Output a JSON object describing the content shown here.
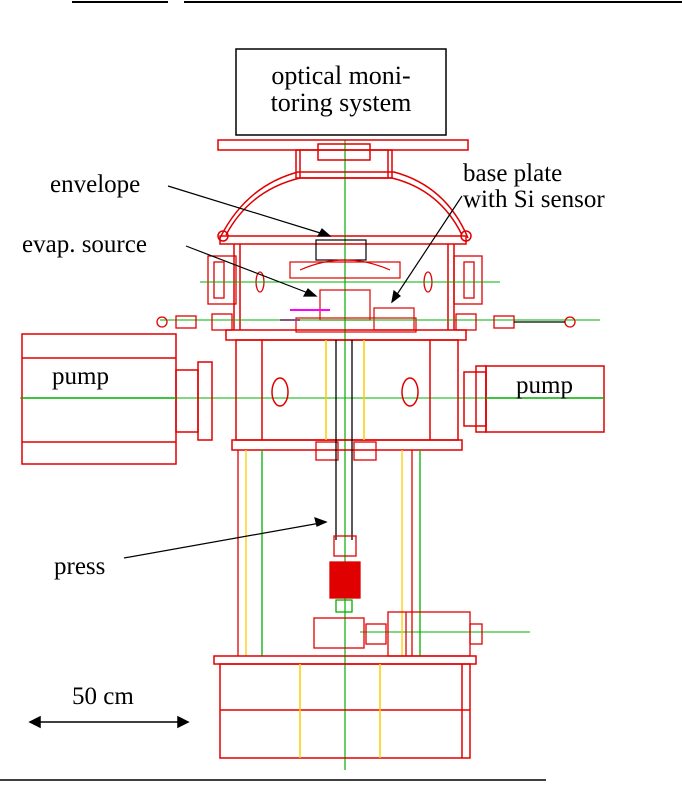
{
  "labels": {
    "optical_monitoring_line1": "optical moni-",
    "optical_monitoring_line2": "toring system",
    "envelope": "envelope",
    "base_plate_line1": "base plate",
    "base_plate_line2": "with Si sensor",
    "evap_source": "evap. source",
    "pump_left": "pump",
    "pump_right": "pump",
    "press": "press",
    "scale": "50 cm"
  },
  "colors": {
    "outline": "#e00000",
    "axis": "#00b000",
    "accent": "#ffcc00",
    "highlight": "#ff00ff",
    "text": "#000000"
  }
}
